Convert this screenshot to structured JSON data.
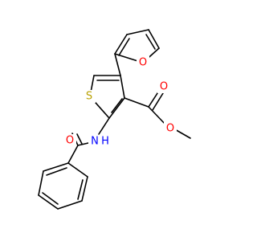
{
  "molecule": {
    "atoms": {
      "O": "O",
      "S": "S",
      "N": "N",
      "H": "H"
    },
    "colors": {
      "bond": "#000000",
      "oxygen": "#ff0000",
      "sulfur": "#b8a000",
      "nitrogen": "#0000ff"
    }
  }
}
